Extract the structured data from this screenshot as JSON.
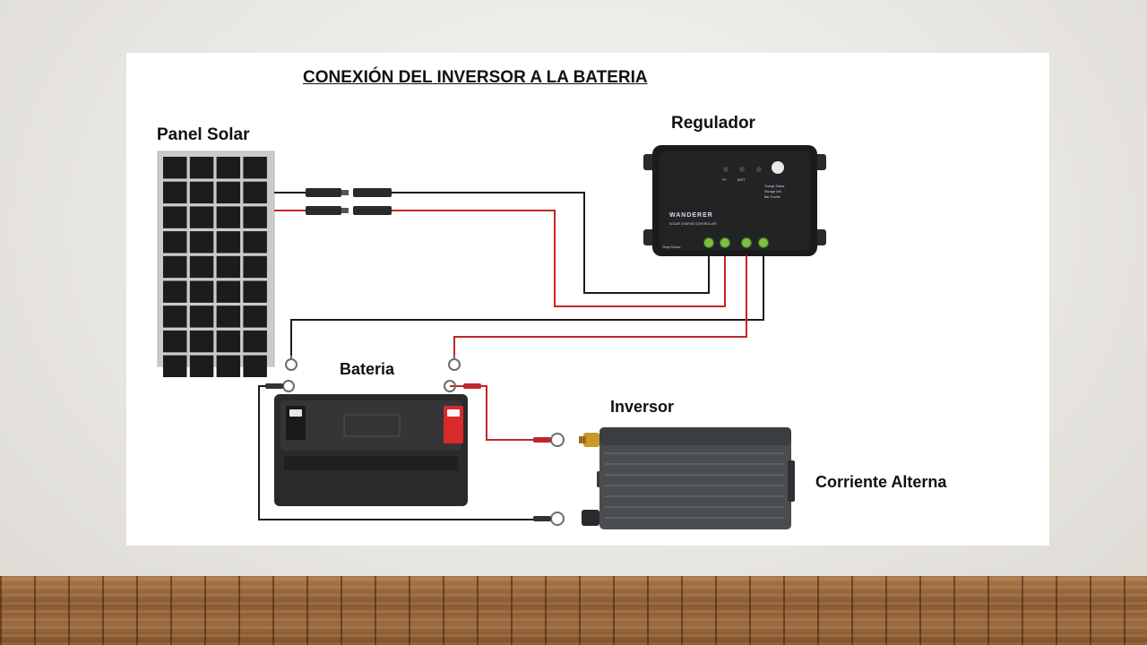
{
  "slide": {
    "title": "CONEXIÓN DEL INVERSOR A LA BATERIA",
    "labels": {
      "panel": "Panel Solar",
      "regulator": "Regulador",
      "battery": "Bateria",
      "inverter": "Inversor",
      "ac": "Corriente Alterna"
    },
    "regulator_brand": "WANDERER",
    "regulator_subtitle": "SOLAR CHARGE CONTROLLER",
    "regulator_leds": [
      "PV",
      "BATT"
    ],
    "regulator_status": [
      "Charge Status",
      "Storage Info",
      "Bat Trouble"
    ],
    "regulator_sensor": "Temp Sensor"
  },
  "colors": {
    "positive_wire": "#c0262b",
    "negative_wire": "#1a1a1a",
    "panel_cell": "#1c1c1e",
    "panel_frame": "#c9cbcd",
    "regulator_body": "#1b1b1d",
    "battery_terminal_positive": "#d92a2a",
    "inverter_body": "#56595c"
  }
}
